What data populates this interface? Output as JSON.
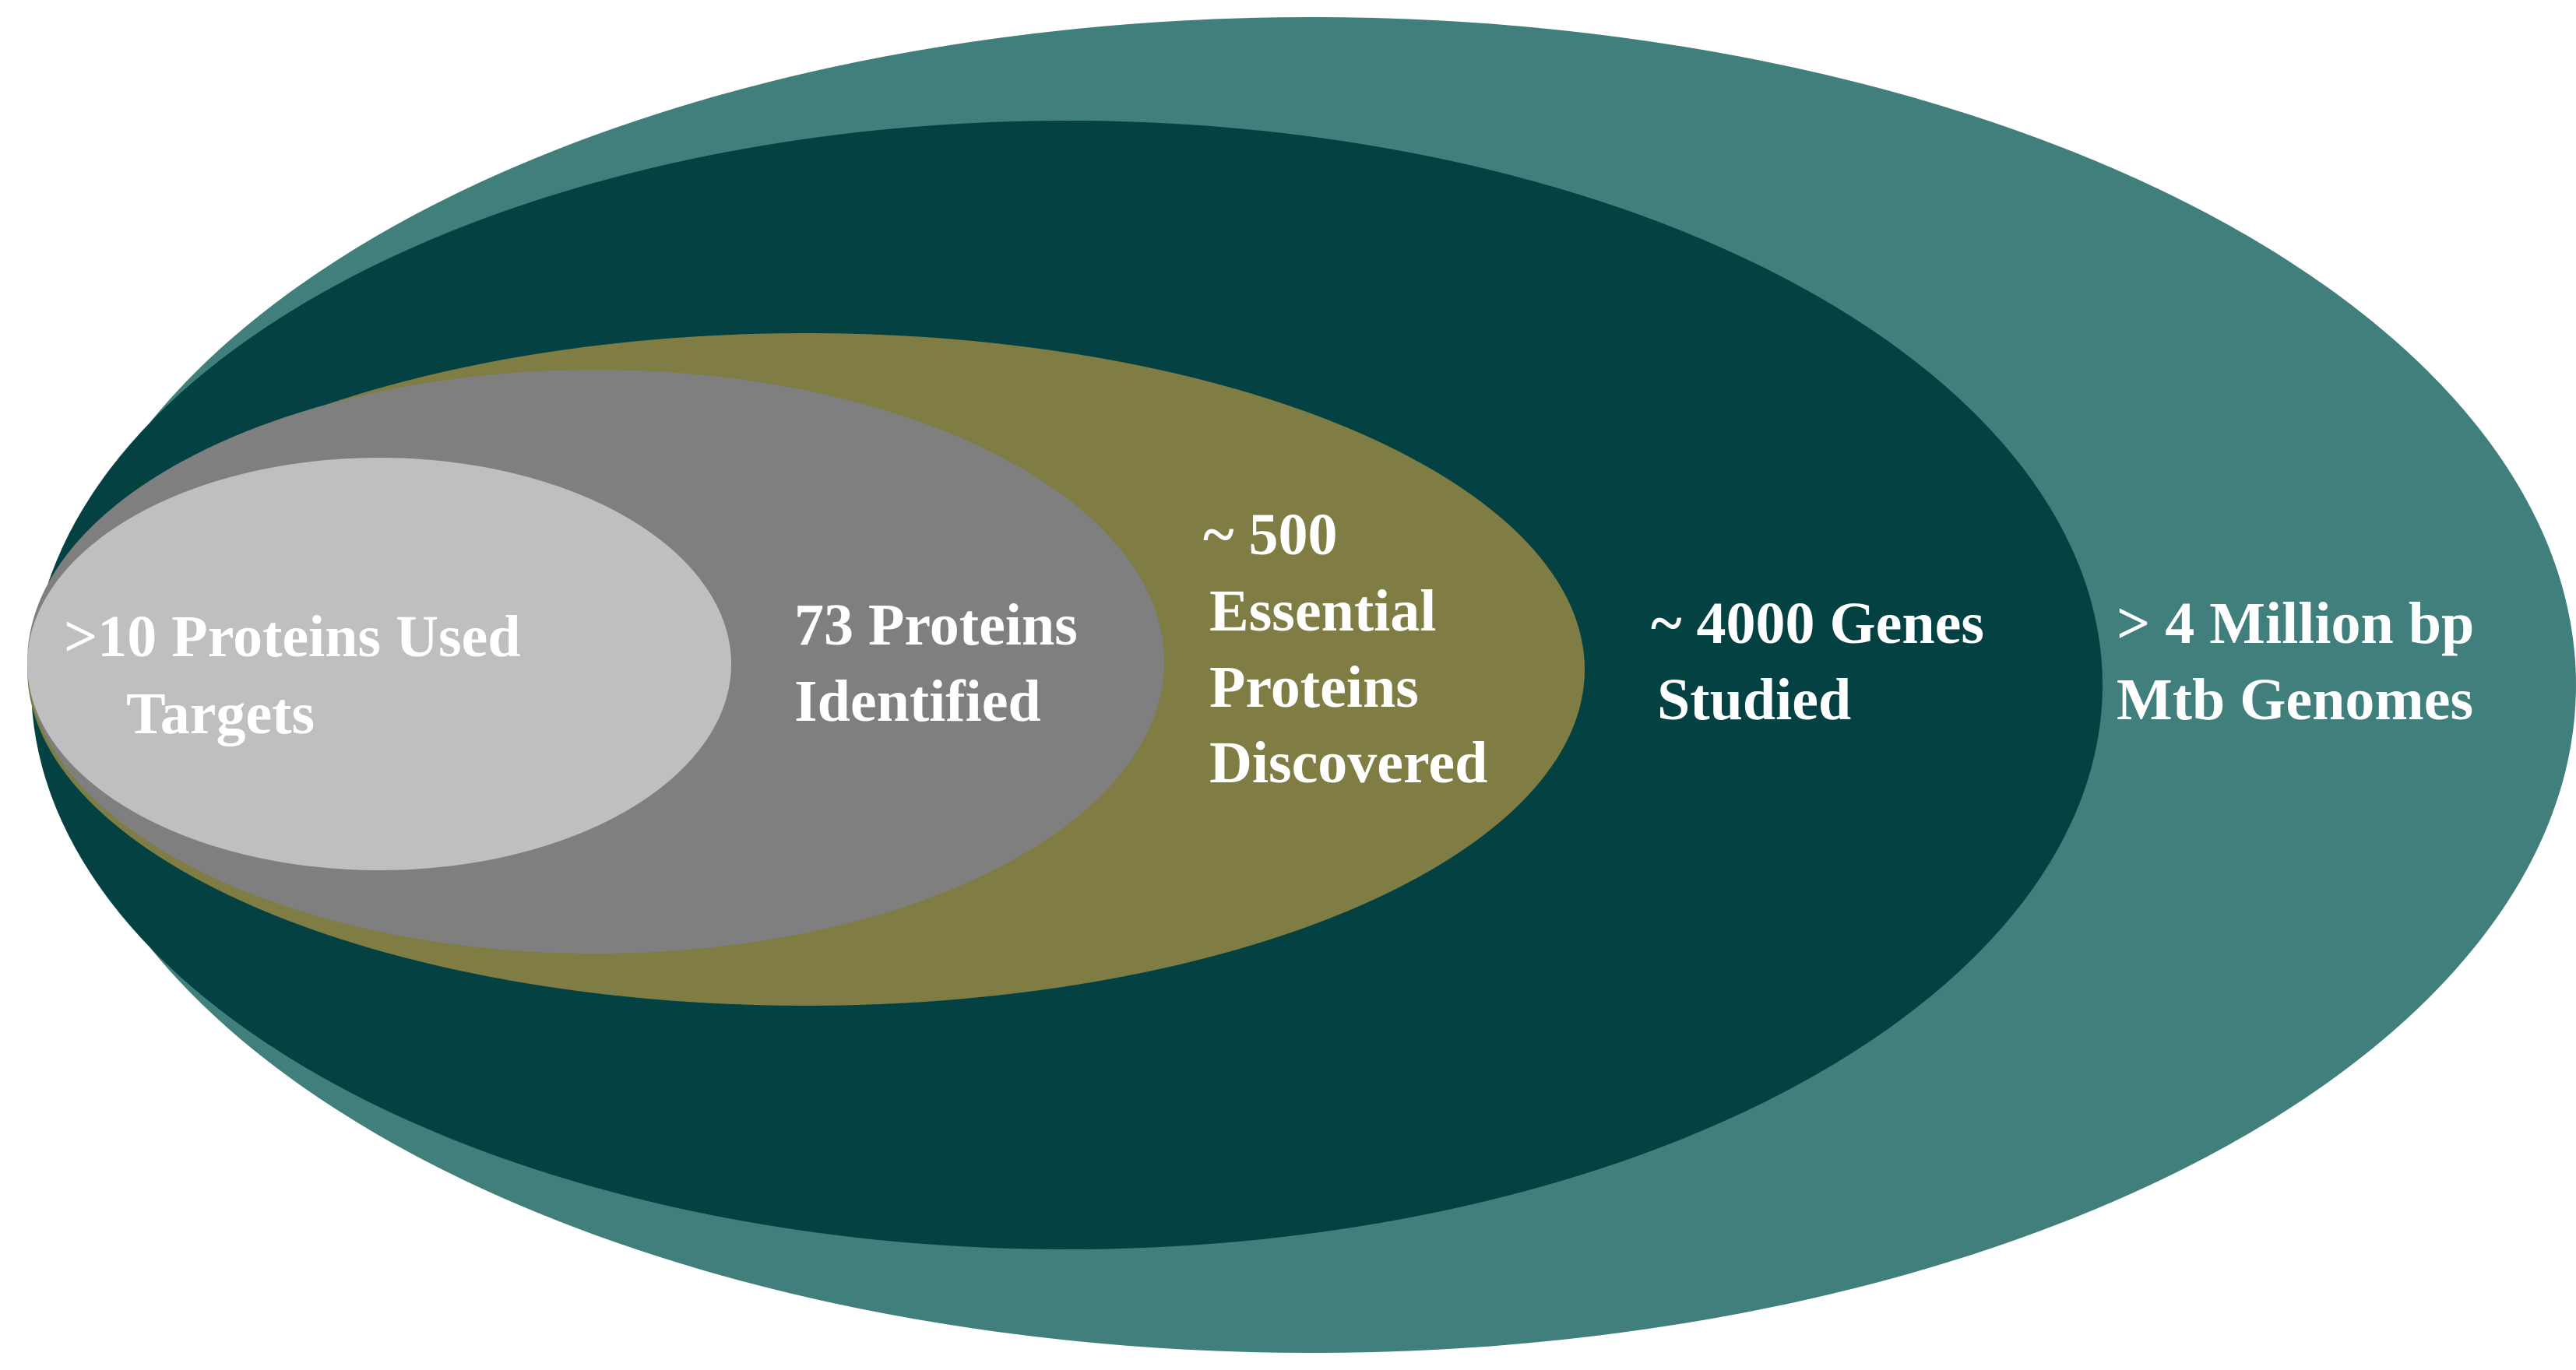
{
  "diagram": {
    "type": "nested-ellipses",
    "levels": [
      {
        "id": "genomes",
        "lines": [
          ">  4 Million bp",
          "Mtb Genomes"
        ],
        "fill": "#417F7D",
        "text_color": "#FFFFFF"
      },
      {
        "id": "genes",
        "lines": [
          "~ 4000 Genes",
          "Studied"
        ],
        "fill": "#034143",
        "text_color": "#FFFFFF"
      },
      {
        "id": "essential",
        "lines": [
          "~ 500",
          "Essential",
          "Proteins",
          "Discovered"
        ],
        "fill": "#7F7D43",
        "text_color": "#FFFFFF"
      },
      {
        "id": "identified",
        "lines": [
          "73 Proteins",
          "Identified"
        ],
        "fill": "#7F7F7F",
        "text_color": "#FFFFFF"
      },
      {
        "id": "targets",
        "lines": [
          ">10 Proteins Used",
          "Targets"
        ],
        "fill": "#BFBFBF",
        "text_color": "#FFFFFF"
      }
    ]
  }
}
